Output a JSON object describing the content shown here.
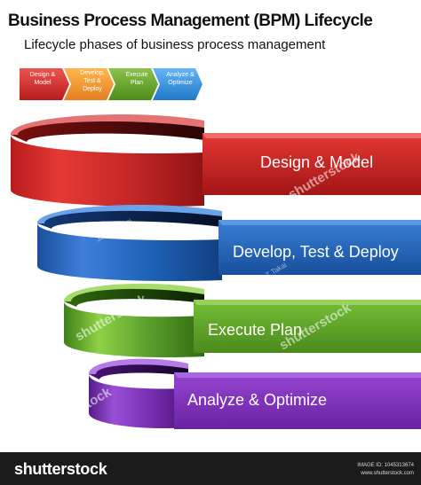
{
  "title": "Business Process Management (BPM) Lifecycle",
  "subtitle": "Lifecycle phases of business process management",
  "chevrons": [
    {
      "line1": "Design &",
      "line2": "Model",
      "line3": "",
      "color": "#d32f2f"
    },
    {
      "line1": "Develop,",
      "line2": "Test &",
      "line3": "Deploy",
      "color": "#f39c12"
    },
    {
      "line1": "Execute",
      "line2": "Plan",
      "line3": "",
      "color": "#6bb52e"
    },
    {
      "line1": "Analyze &",
      "line2": "Optimize",
      "line3": "",
      "color": "#3a9ee0"
    }
  ],
  "bands": [
    {
      "label": "Design & Model",
      "color": "#c62828"
    },
    {
      "label": "Develop, Test & Deploy",
      "color": "#1e63b8"
    },
    {
      "label": "Execute Plan",
      "color": "#5aa02c"
    },
    {
      "label": "Analyze & Optimize",
      "color": "#7b2fb4"
    }
  ],
  "watermark": {
    "brand": "shutterstock",
    "author": "John T Takai"
  },
  "footer": {
    "brand": "shutterstock",
    "image_id": "IMAGE ID: 1045313674",
    "url": "www.shutterstock.com"
  }
}
